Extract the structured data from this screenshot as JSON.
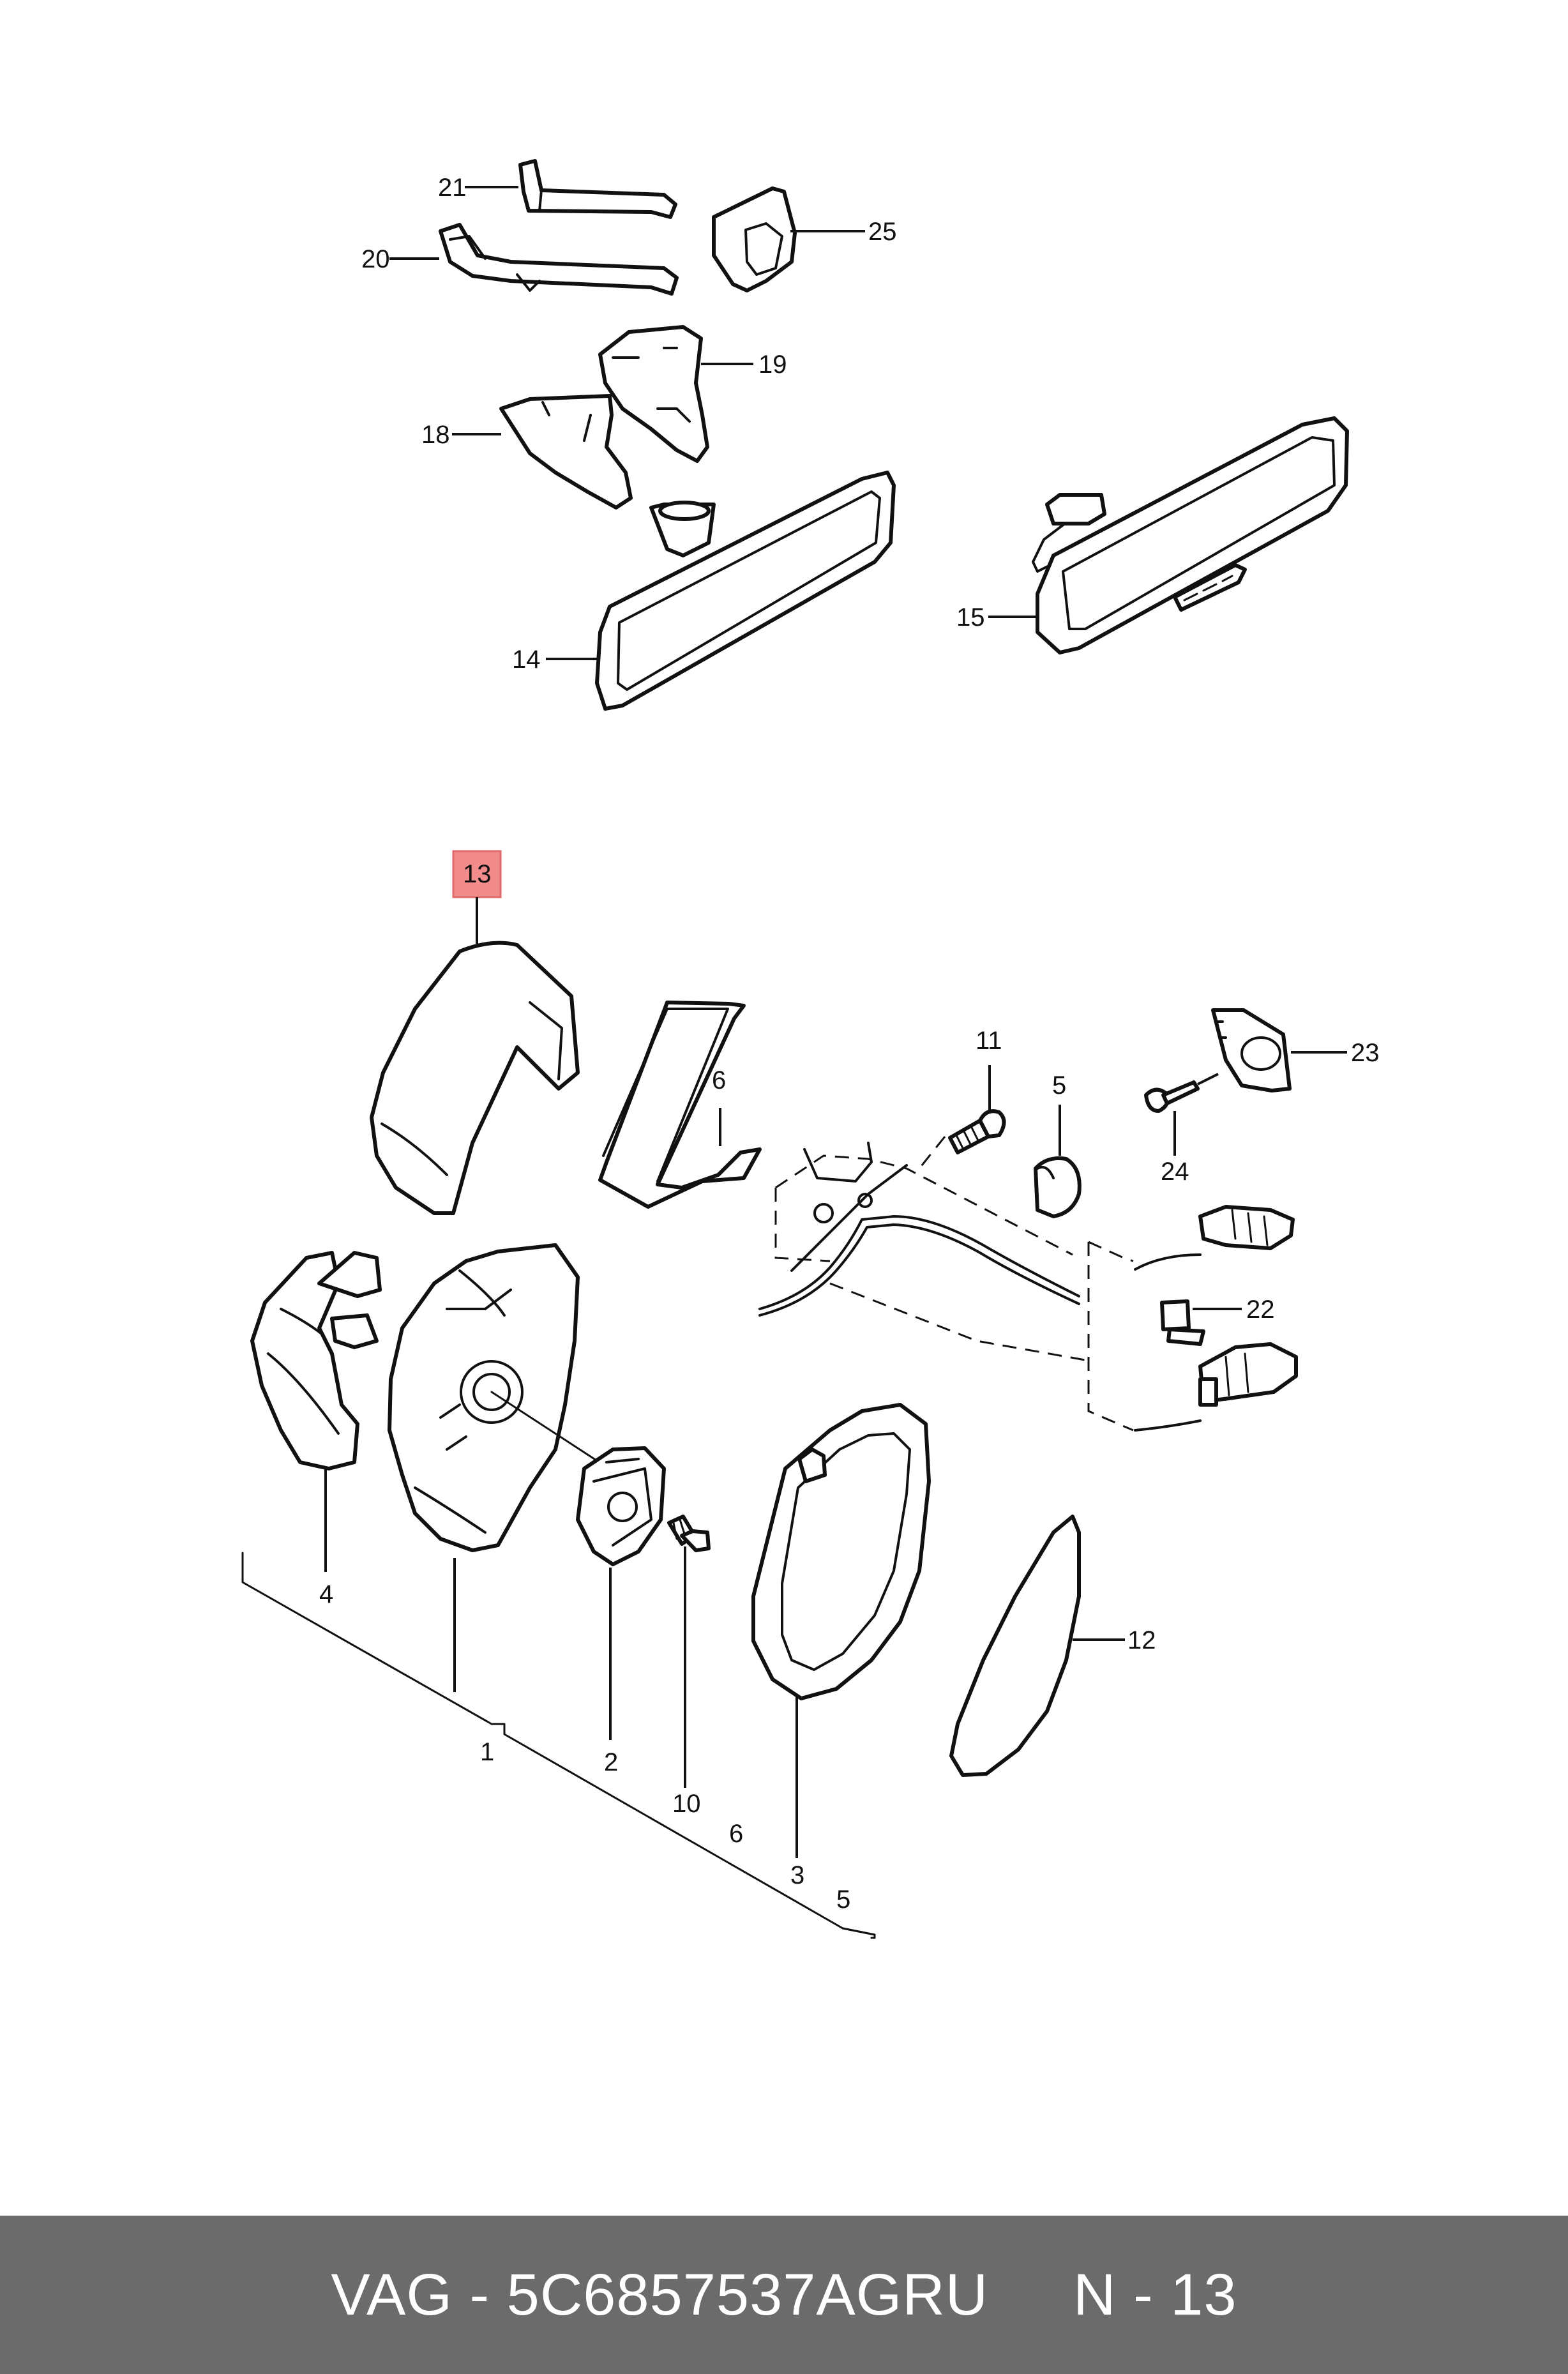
{
  "callouts": [
    "21",
    "20",
    "25",
    "19",
    "18",
    "14",
    "15",
    "13",
    "6",
    "11",
    "5",
    "23",
    "24",
    "22",
    "4",
    "1",
    "2",
    "10",
    "6",
    "3",
    "5",
    "12"
  ],
  "highlight_color": "#f28b8b",
  "footer": {
    "brand": "VAG",
    "separator": " - ",
    "part_number": "5C6857537AGRU",
    "position": "N - 13",
    "background": "#6b6b6b"
  }
}
